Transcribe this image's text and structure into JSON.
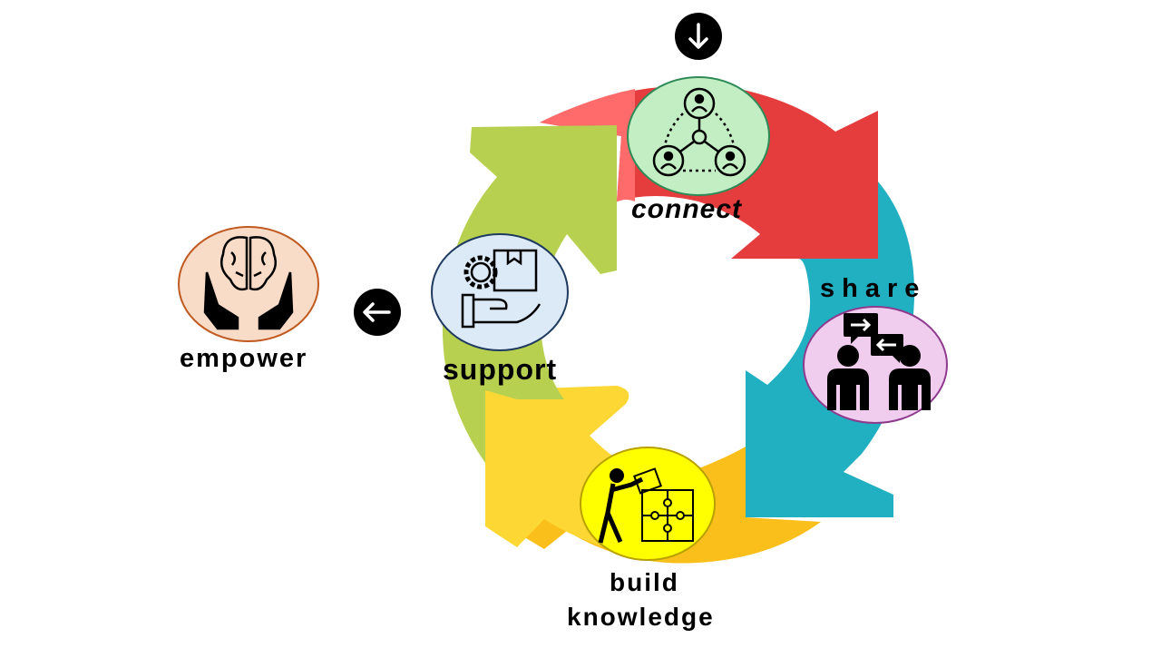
{
  "diagram": {
    "stages": [
      {
        "label": "connect",
        "color": "#e63a3a",
        "badge_color": "#c3eec3"
      },
      {
        "label": "share",
        "color": "#22b1c5",
        "badge_color": "#f0cdee"
      },
      {
        "label_line1": "build",
        "label_line2": "knowledge",
        "color": "#fbc21b",
        "badge_color": "#ffff00"
      },
      {
        "label": "support",
        "color": "#b8d04f",
        "badge_color": "#dce9f6"
      }
    ],
    "outcome": {
      "label": "empower",
      "badge_color": "#f8dcc8"
    },
    "entry_arrow_icon": "arrow-down-icon",
    "exit_arrow_icon": "arrow-left-icon"
  }
}
